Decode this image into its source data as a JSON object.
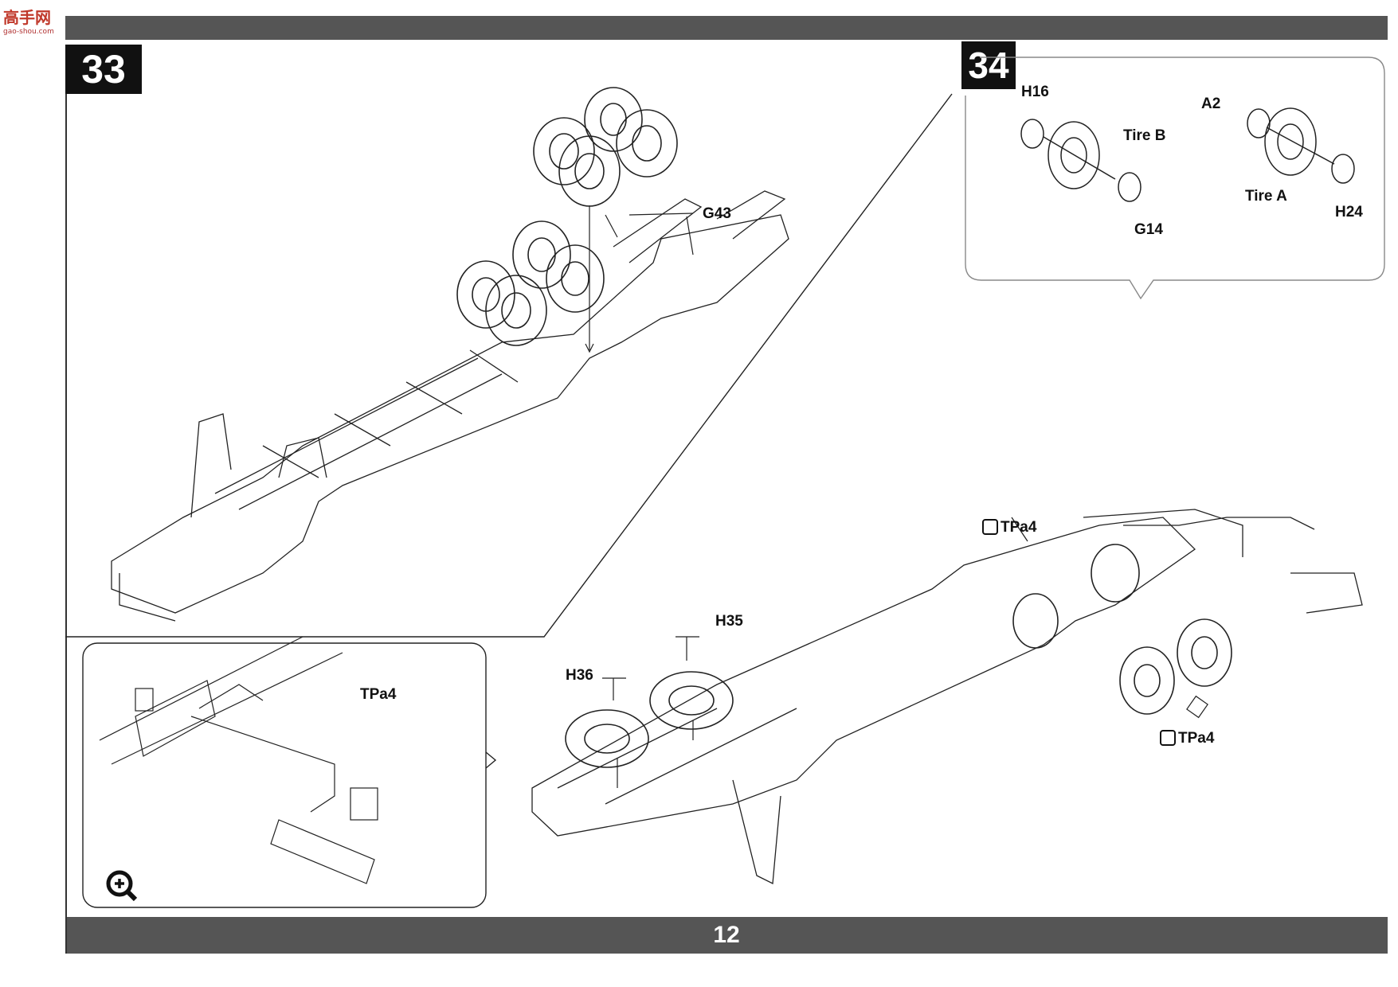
{
  "logo": {
    "title": "高手网",
    "subtitle": "gao-shou.com"
  },
  "steps": {
    "step33": "33",
    "step34": "34"
  },
  "page": {
    "number": "12"
  },
  "step34_labels": {
    "h16": "H16",
    "tire_b": "Tire B",
    "g14": "G14",
    "a2": "A2",
    "tire_a": "Tire A",
    "h24": "H24"
  },
  "step33_labels": {
    "g43": "G43",
    "tpa4_detail": "TPa4",
    "h35": "H35",
    "h36": "H36",
    "tpa4_top": "TPa4",
    "tpa4_side": "TPa4"
  },
  "icons": [
    "magnify-plus-icon",
    "decal-icon"
  ]
}
